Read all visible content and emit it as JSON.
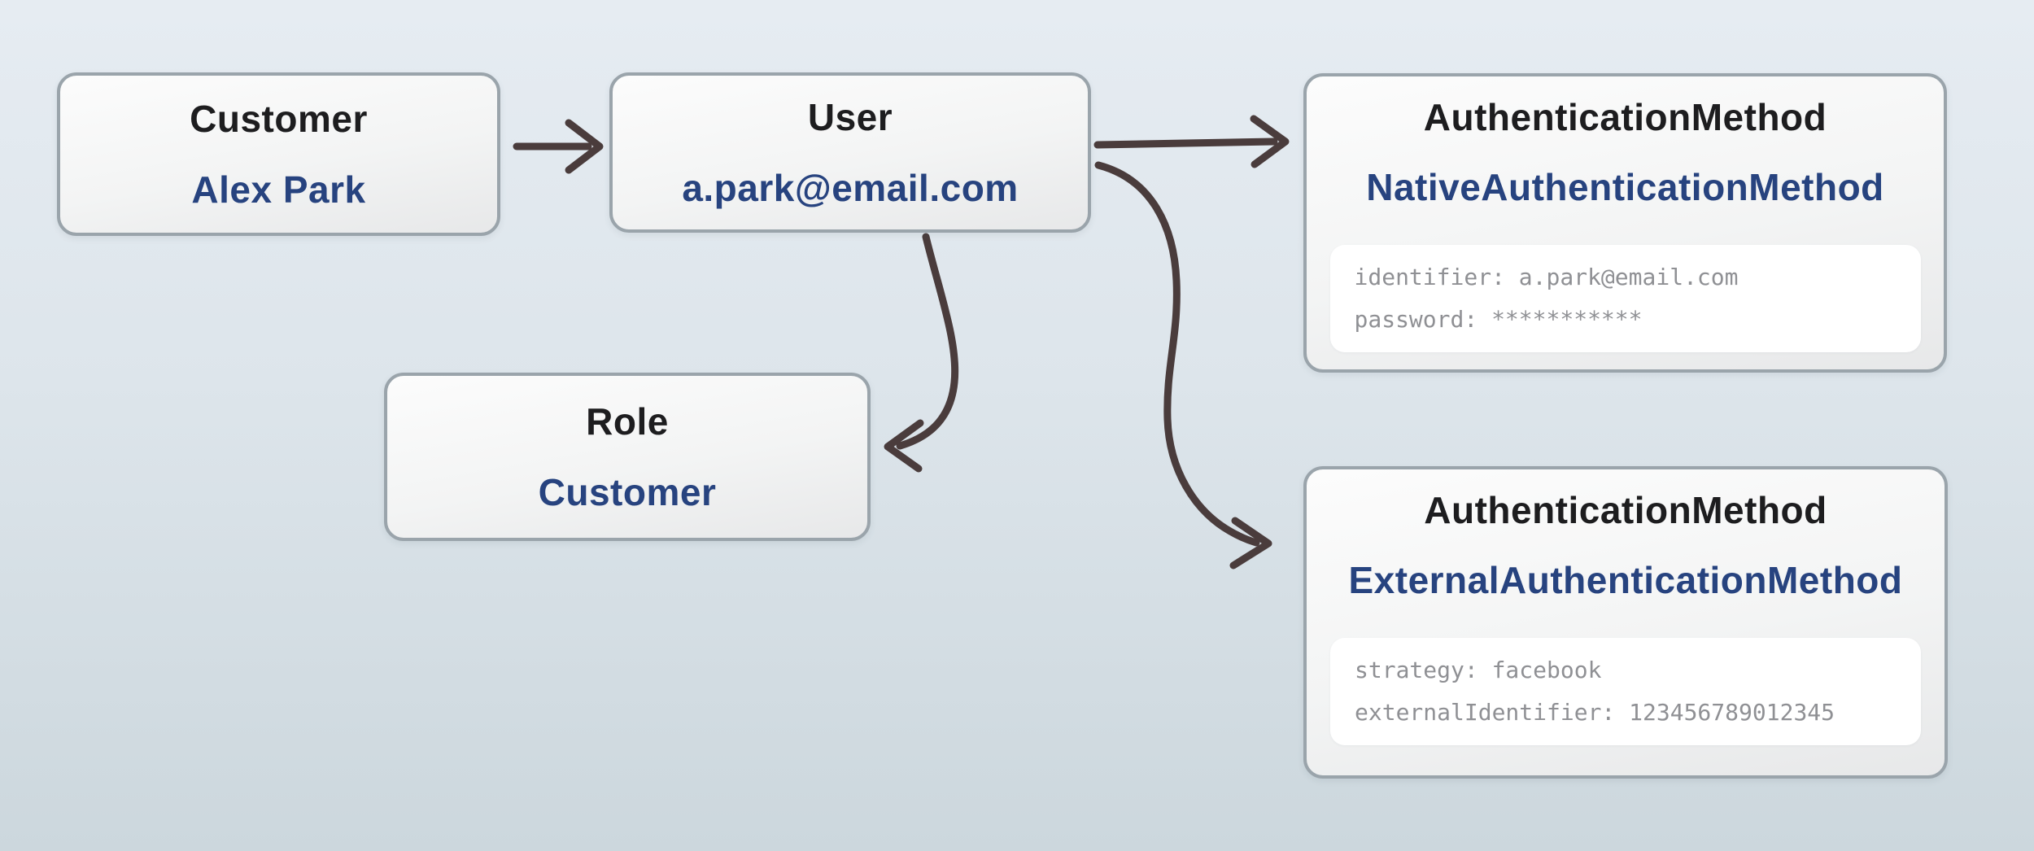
{
  "diagram": {
    "nodes": {
      "customer": {
        "title": "Customer",
        "value": "Alex Park"
      },
      "user": {
        "title": "User",
        "value": "a.park@email.com"
      },
      "role": {
        "title": "Role",
        "value": "Customer"
      },
      "auth_native": {
        "title": "AuthenticationMethod",
        "value": "NativeAuthenticationMethod",
        "attributes": [
          "identifier: a.park@email.com",
          "password: ***********"
        ]
      },
      "auth_external": {
        "title": "AuthenticationMethod",
        "value": "ExternalAuthenticationMethod",
        "attributes": [
          "strategy: facebook",
          "externalIdentifier: 123456789012345"
        ]
      }
    },
    "colors": {
      "title": "#1d1d1f",
      "value": "#27437f",
      "attribute": "#8f9094",
      "arrow": "#4a3c3c",
      "node_border": "#9aa4ab",
      "background_top": "#e6ecf2",
      "background_bottom": "#ccd7dd"
    }
  }
}
